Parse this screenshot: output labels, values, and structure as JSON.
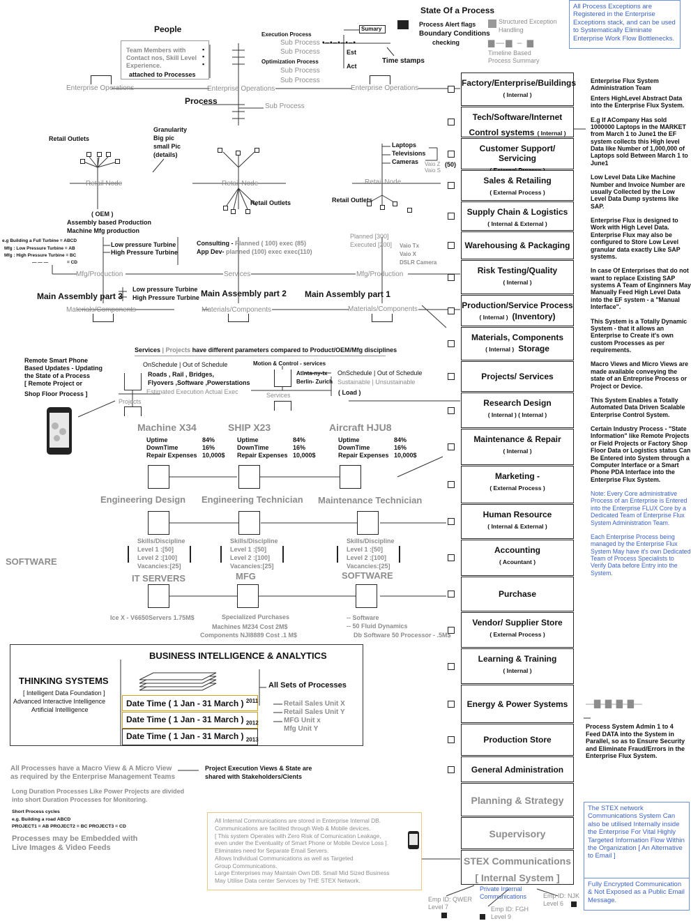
{
  "top": {
    "state_title": "State Of a Process",
    "alert_flags": "Process Alert flags",
    "boundary": "Boundary Conditions",
    "checking": "checking",
    "structured": "Structured Exception",
    "handling": "Handling",
    "timeline": "Timeline Based",
    "timeline2": "Process Summary",
    "summary_box": "Sumary",
    "est": "Est",
    "act": "Act",
    "timestamps": "Time stamps",
    "exec_process": "Execution Process",
    "sub1": "Sub Process",
    "sub2": "Sub Process",
    "opt_process": "Optimization Process",
    "sub3": "Sub Process",
    "sub4": "Sub Process"
  },
  "exceptions_box": "All Process Exceptions are Registered in the Enterprise Exceptions stack, and can be used to Systematically Eliminate Enterprise Work Flow Bottlenecks.",
  "people": {
    "title": "People",
    "line1": "Team Members with",
    "line2": "Contact nos, Skill Level",
    "line3": "Experience.",
    "line4": "attached to Processes"
  },
  "ops": {
    "left": "Enterprise Operations",
    "center": "Enterprise Operations",
    "right": "Enterprise Operations",
    "process": "Process",
    "sub_process": "Sub Process"
  },
  "retail": {
    "outlets_left": "Retail Outlets",
    "granularity": "Granularity",
    "bigpic": "Big pic",
    "smallpic": "small Pic",
    "details": "(details)",
    "node1": "Retail Node",
    "node2": "Retail Node",
    "node3": "Retail Node",
    "outlets_mid": "Retail Outlets",
    "outlets_right": "Retail Outlets",
    "laptops": "Laptops",
    "televisions": "Televisions",
    "cameras": "Cameras",
    "vaio_z": "Vaio Z",
    "vaio_s": "Vaio S",
    "fifty": "(50)"
  },
  "mfg": {
    "oem": "( OEM )",
    "assembly": "Assembly based Production",
    "machine": "Machine Mfg production",
    "eg1": "e.g Building a Full Turbine = ABCD",
    "eg2": "Mfg : Low Pressure Turbine  = AB",
    "eg3": "Mfg : High Pressure Turbine  = BC",
    "eg4": "=  CD",
    "dashes": "—   —   —",
    "low1": "Low pressure Turbine",
    "high1": "High Pressure Turbine",
    "consulting": "Consulting - ",
    "consulting_g": "Planned ( 100) exec (85)",
    "appdev": "App Dev- ",
    "appdev_g": "planned (100) exec exec(110)",
    "planned": "Planned [300]",
    "executed": "Executed [200]",
    "vaio_tx": "Vaio Tx",
    "vaio_x": "Vaio X",
    "dslr": "DSLR Camera",
    "mfg_prod1": "Mfg/Production",
    "services": "Services",
    "mfg_prod2": "Mfg/Production",
    "main3": "Main Assembly  part 3",
    "low2": "Low pressure Turbine",
    "high2": "High Pressure Turbine",
    "main2": "Main Assembly part 2",
    "main1": "Main Assembly part 1",
    "mat1": "Materials/Components",
    "mat2": "Materials/Components",
    "mat3": "Materials/Components"
  },
  "services": {
    "header_a": "Services",
    "header_b": " | Projects ",
    "header_c": "have different parameters compared to Product/OEM/Mfg disciplines",
    "remote1": "Remote Smart Phone",
    "remote2": "Based Updates - Updating",
    "remote3": "the State of a Process",
    "remote4": "[ Remote Project or",
    "remote5": "Shop Floor Process ]",
    "onsched1": "OnSchedule | Out of Schedule",
    "roads": "Roads , Rail , Bridges,",
    "flyovers": "Flyovers ,Software ,Powerstations",
    "estimated": "Estimated Execution Actual Exec",
    "projects": "Projects",
    "motion": "Motion & Control - services",
    "atlanta": "Atlnta-ny-tx",
    "berlin": "Berlin- Zurich",
    "onsched2": "OnSchedule | Out of Schedule",
    "sustain": "Sustainable | Unsustainable",
    "load": "( Load )",
    "services_lbl": "Services"
  },
  "machines": [
    {
      "name": "Machine X34",
      "uptime": "84%",
      "downtime": "16%",
      "repair": "10,000$"
    },
    {
      "name": "SHIP X23",
      "uptime": "84%",
      "downtime": "16%",
      "repair": "10,000$"
    },
    {
      "name": "Aircraft HJU8",
      "uptime": "84%",
      "downtime": "16%",
      "repair": "10,000$"
    }
  ],
  "machine_labels": {
    "uptime": "Uptime",
    "downtime": "DownTime",
    "repair": "Repair Expenses"
  },
  "roles": {
    "r1": "Engineering Design",
    "r2": "Engineering Technician",
    "r3": "Maintenance Technician"
  },
  "skills": {
    "title": "Skills/Discipline",
    "l1": "Level 1 :[50]",
    "l2": "Level 2 :[100]",
    "vac": "Vacancies:[25]"
  },
  "software_left": "SOFTWARE",
  "it": {
    "it_servers": "IT SERVERS",
    "mfg": "MFG",
    "software": "SOFTWARE",
    "icex": "Ice X - V6650Servers 1.75M$",
    "spec": "Specialized Purchases",
    "machines": "Machines M234    Cost    2M$",
    "components": "Components NJI8889  Cost  .1 M$",
    "sw1": "-- Software",
    "sw2": "-- 50 Fluid Dynamics",
    "sw3": "Db Software 50 Processor - .5M$"
  },
  "bi": {
    "title": "BUSINESS  INTELLIGENCE & ANALYTICS",
    "thinking": "THINKING SYSTEMS",
    "t1": "[  Intelligent Data Foundation ]",
    "t2": "Advanced Interactive Intelligence",
    "t3": "Artificial Intellligence",
    "allsets": "All Sets of Processes",
    "d1": "Date Time ( 1 Jan - 31 March )",
    "y1": "2011",
    "d2": "Date Time ( 1 Jan - 31 March )",
    "y2": "2012",
    "d3": "Date Time ( 1 Jan - 31 March )",
    "y3": "2013",
    "r1": "Retail Sales Unit X",
    "r2": "Retail Sales Unit Y",
    "r3": "MFG Unit x",
    "r4": "Mfg Unit Y"
  },
  "bottom_left": {
    "macro1": "All Processes have a Macro View & A Micro View",
    "macro2": "as required by the Enterprise Management Teams",
    "shared1": "Project Execution Views  & State are",
    "shared2": "shared with Stakeholders/Cients",
    "long1": "Long Duration Processes Like Power Projects are divided",
    "long2": "into short Duration Processes for Monitoring.",
    "short": "Short Process cycles",
    "road": "e.g. Building a road ABCD",
    "projs": "PROJECT1 = AB    PROJECT2 = BC    PROJECT3 = CD",
    "emb1": "Processes may be Embedded with",
    "emb2": "Live Images & Video Feeds"
  },
  "internal_comm": [
    "All Internal Communications are stored in Enterprise Internal DB.",
    "Communications are facilited through Web & Mobile devices.",
    "[ This system Operates with Zero Risk of  Comunication Leakage,",
    "even under the Eventuality of Smart Phone or Mobile Device Loss ].",
    "Eliminates need for Separate Email Servers.",
    "Allows Individual Communications as well as Targeted",
    "Group Communications.",
    "Large Enterprises may Maintain Own DB. Small Mid Sized Business",
    "May Utilise Data center Services by THE STEX Network."
  ],
  "panels": [
    {
      "label": "Factory/Enterprise/Buildings",
      "sub": "( Internal )"
    },
    {
      "label": "Tech/Software/Internet",
      "label2": "Control systems",
      "sub_inline": "( Internal )"
    },
    {
      "label": "Customer Support/ Servicing",
      "sub": "( External Process )"
    },
    {
      "label": "Sales & Retailing",
      "sub": "( External Process )"
    },
    {
      "label": "Supply Chain & Logistics",
      "sub": "( Internal & External )"
    },
    {
      "label": "Warehousing & Packaging"
    },
    {
      "label": "Risk Testing/Quality",
      "sub": "( Internal )"
    },
    {
      "label": "Production/Service Process",
      "sub": "( Internal )",
      "extra": "(Inventory)"
    },
    {
      "label": "Materials, Components",
      "sub": "( Internal )",
      "extra": "Storage"
    },
    {
      "label": "Projects/ Services"
    },
    {
      "label": "Research    Design",
      "sub": "( Internal )       ( Internal )"
    },
    {
      "label": "Maintenance & Repair",
      "sub": "( Internal )"
    },
    {
      "label": "Marketing -",
      "sub": "( External Process )"
    },
    {
      "label": "Human Resource",
      "sub": "( Internal & External )"
    },
    {
      "label": "Accounting",
      "sub": "( Acountant )"
    },
    {
      "label": "Purchase"
    },
    {
      "label": "Vendor/ Supplier Store",
      "sub": "( External Process )"
    },
    {
      "label": "Learning & Training",
      "sub": "( Internal )"
    },
    {
      "label": "Energy & Power Systems"
    },
    {
      "label": "Production Store"
    },
    {
      "label": "General Administration"
    },
    {
      "label": "Planning & Strategy"
    },
    {
      "label": "Supervisory"
    },
    {
      "label": "STEX Communications",
      "label2": "[ Internal System ]"
    }
  ],
  "notes": [
    "Enterprise Flux System Administration Team",
    "Enters HighLevel Abstract Data into the Enterprise Flux System.",
    "E.g If ACompany Has sold 1000000 Laptops in the MARKET from March 1 to June1 the EF system collects this High level Data like Number of 1,000,000 of Laptops sold Between  March 1 to June1",
    "Low Level Data Like Machine Number and Invoice Number are usually Collected by the Low Level Data Dump systems like SAP.",
    "Enterprise Flux is designed to Work with High Level Data. Enterprise Flux may also be configured to Store Low Level granular data exactly Like SAP systems.",
    "In case Of Enterprises that do not want to replace Existing SAP systems A Team of Enginners May Manually Feed High Level Data into the EF system - a \"Manual Interface\".",
    "This System is a Totally Dynamic System - that it allows an Enterprise to Create it's own custom Processes as per requirements.",
    "Macro Views and Micro Views are made available conveying the state of an Entreprise Process or Project or Device.",
    "This System Enables a Totally Automated Data Driven Scalable Enterprise Control System.",
    "Certain Industry Process - \"State Information\"  like  Remote Projects or Field Projects or Factory Shop Floor Data or Logistics status Can Be Entered into System through a Computer Interface or a Smart Phone PDA Interface into the Enterprise Flux System."
  ],
  "notes_blue": [
    "Note: Every Core administrative Process of an Enterprise is Entered into the Enterprise FLUX Core by a Dedicated Team of Enterprise Flux System Administration Team.",
    "Each Enterprise Process being managed by the Enterprise Flux System May have it's own Dedicated  Team of Process Specialists to Verify Data before Entry into the System."
  ],
  "admin_note": "Process System Admin 1 to 4 Feed DATA into the System in Parallel, so as to Ensure Security and Eliminate Fraud/Errors in the Enterprise Flux System.",
  "stex_box": [
    "The STEX network Communications System Can also be utilised Internally inside the Enterprise For Vital Highly Targeted Information Flow Within the Organization [ An Alternative to Email ]",
    "Fully Encrypted Communication & Not Exposed as a Public Email Message."
  ],
  "emps": {
    "private1": "Private Internal",
    "private2": "Communications",
    "e1": "Emp ID: QWER",
    "e1l": "Level 7",
    "e2": "Emp ID: FGH",
    "e2l": "Level 9",
    "e3": "Emp ID: NJK",
    "e3l": "Level 6"
  }
}
